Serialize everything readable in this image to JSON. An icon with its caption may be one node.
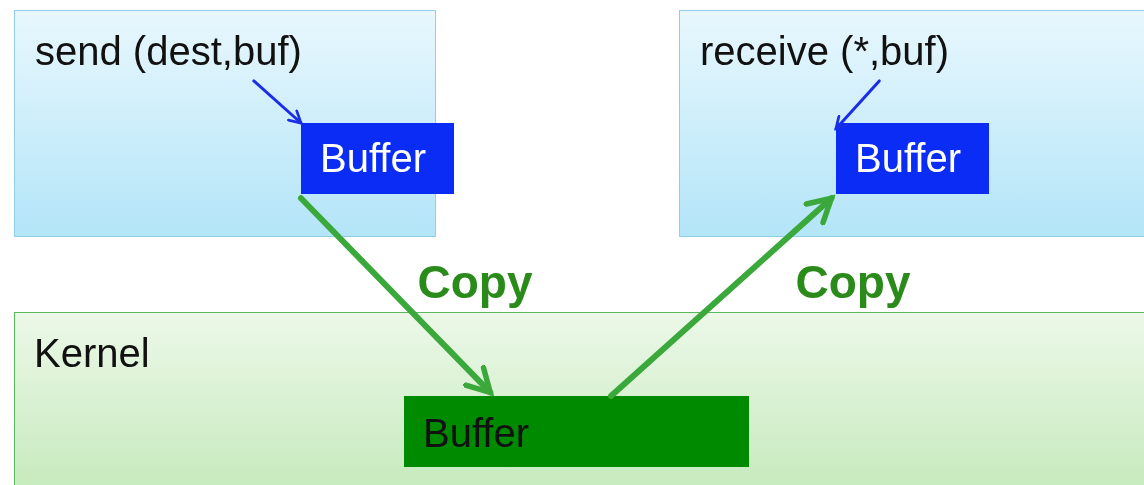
{
  "diagram": {
    "nodes": [
      {
        "text": [],
        "shape": "box"
      },
      {
        "text": [
          "send (dest,buf)"
        ],
        "in": 0
      },
      {
        "text": [
          "Buffer"
        ],
        "in": 0
      },
      {
        "text": [],
        "shape": "box"
      },
      {
        "text": [
          "receive (*,buf)"
        ],
        "in": 3
      },
      {
        "text": [
          "Buffer"
        ],
        "in": 3
      },
      {
        "text": [
          "Kernel"
        ]
      },
      {
        "text": [
          "Buffer"
        ],
        "in": 6
      }
    ],
    "edges": [
      {
        "from": 1,
        "to": 2,
        "arrow": "to",
        "color": "#1a2ee8"
      },
      {
        "from": 2,
        "to": 7,
        "arrow": "to",
        "label": "Copy",
        "color": "#3aa83a",
        "style": "thick"
      },
      {
        "from": 7,
        "to": 5,
        "arrow": "to",
        "label": "Copy",
        "color": "#3aa83a",
        "style": "thick"
      },
      {
        "from": 4,
        "to": 5,
        "arrow": "to",
        "color": "#1a2ee8"
      }
    ]
  }
}
